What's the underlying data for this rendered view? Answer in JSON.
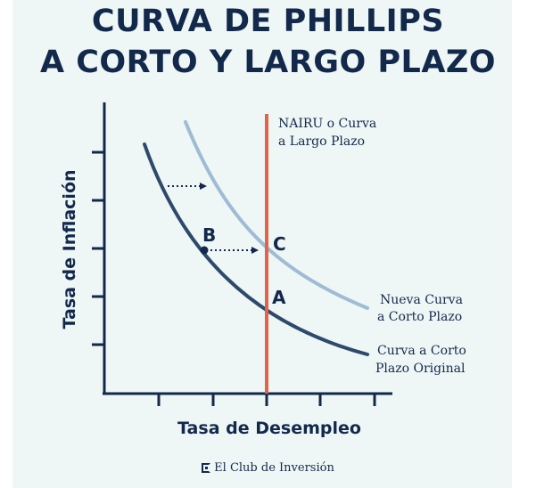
{
  "title": {
    "line1": "CURVA DE PHILLIPS",
    "line2": "A CORTO Y LARGO PLAZO"
  },
  "axes": {
    "y_label": "Tasa de Inflación",
    "x_label": "Tasa de Desempleo"
  },
  "curves": {
    "nairu_label_1": "NAIRU o Curva",
    "nairu_label_2": "a Largo Plazo",
    "new_short_label_1": "Nueva Curva",
    "new_short_label_2": "a Corto Plazo",
    "original_label_1": "Curva a Corto",
    "original_label_2": "Plazo Original"
  },
  "points": {
    "a": "A",
    "b": "B",
    "c": "C"
  },
  "footer": {
    "brand": "El Club de Inversión"
  },
  "colors": {
    "title": "#13294b",
    "original_curve": "#2d4a6b",
    "new_curve": "#9ebcd3",
    "nairu_line": "#e0644a",
    "axis": "#13294b",
    "background": "#eef6f6"
  }
}
